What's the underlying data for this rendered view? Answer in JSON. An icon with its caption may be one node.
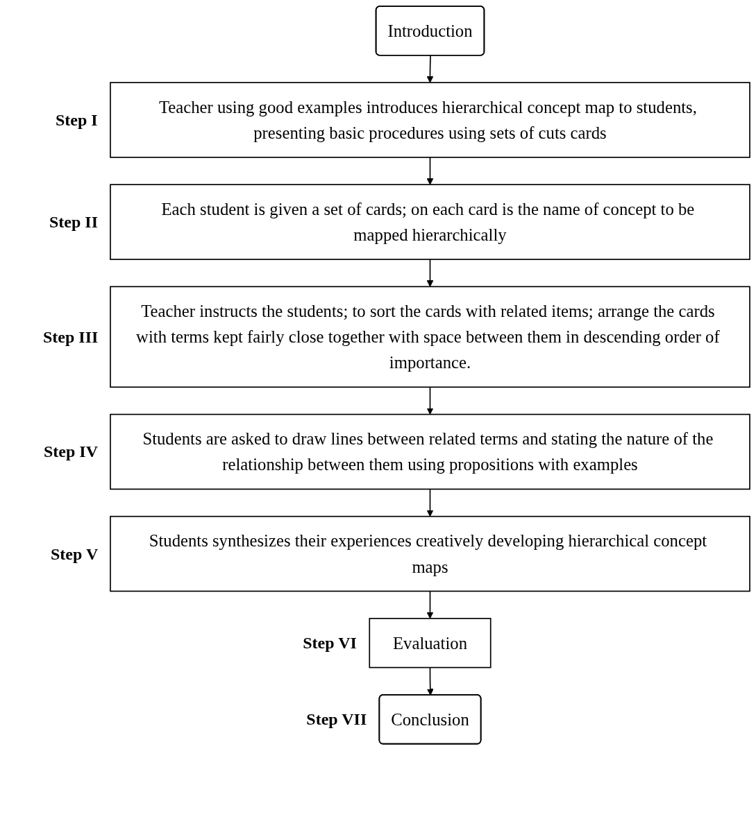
{
  "diagram": {
    "nodes": [
      {
        "text": [
          "Introduction"
        ]
      },
      {
        "text": [
          "Teacher using good examples introduces hierarchical concept map to students, presenting basic procedures using sets of cuts cards"
        ],
        "beside": [
          "Step I"
        ]
      },
      {
        "text": [
          "Each student is given a set of cards; on each card is the name of concept to be mapped hierarchically"
        ],
        "beside": [
          "Step II"
        ]
      },
      {
        "text": [
          "Teacher instructs the students; to sort the cards with related items; arrange the cards with terms kept fairly close together with space between them in descending order of importance."
        ],
        "beside": [
          "Step III"
        ]
      },
      {
        "text": [
          "Students are asked to draw lines between related terms and stating the nature of the relationship between them using propositions with examples"
        ],
        "beside": [
          "Step IV"
        ]
      },
      {
        "text": [
          "Students synthesizes their experiences creatively developing hierarchical concept maps"
        ],
        "beside": [
          "Step V"
        ]
      },
      {
        "text": [
          "Evaluation"
        ],
        "beside": [
          "Step VI"
        ]
      },
      {
        "text": [
          "Conclusion"
        ],
        "beside": [
          "Step VII"
        ]
      }
    ],
    "edges": [
      {
        "from": 0,
        "to": 1,
        "arrow": "to"
      },
      {
        "from": 1,
        "to": 2,
        "arrow": "to"
      },
      {
        "from": 2,
        "to": 3,
        "arrow": "to"
      },
      {
        "from": 3,
        "to": 4,
        "arrow": "to"
      },
      {
        "from": 4,
        "to": 5,
        "arrow": "to"
      },
      {
        "from": 5,
        "to": 6,
        "arrow": "to"
      },
      {
        "from": 6,
        "to": 7,
        "arrow": "to"
      }
    ]
  }
}
